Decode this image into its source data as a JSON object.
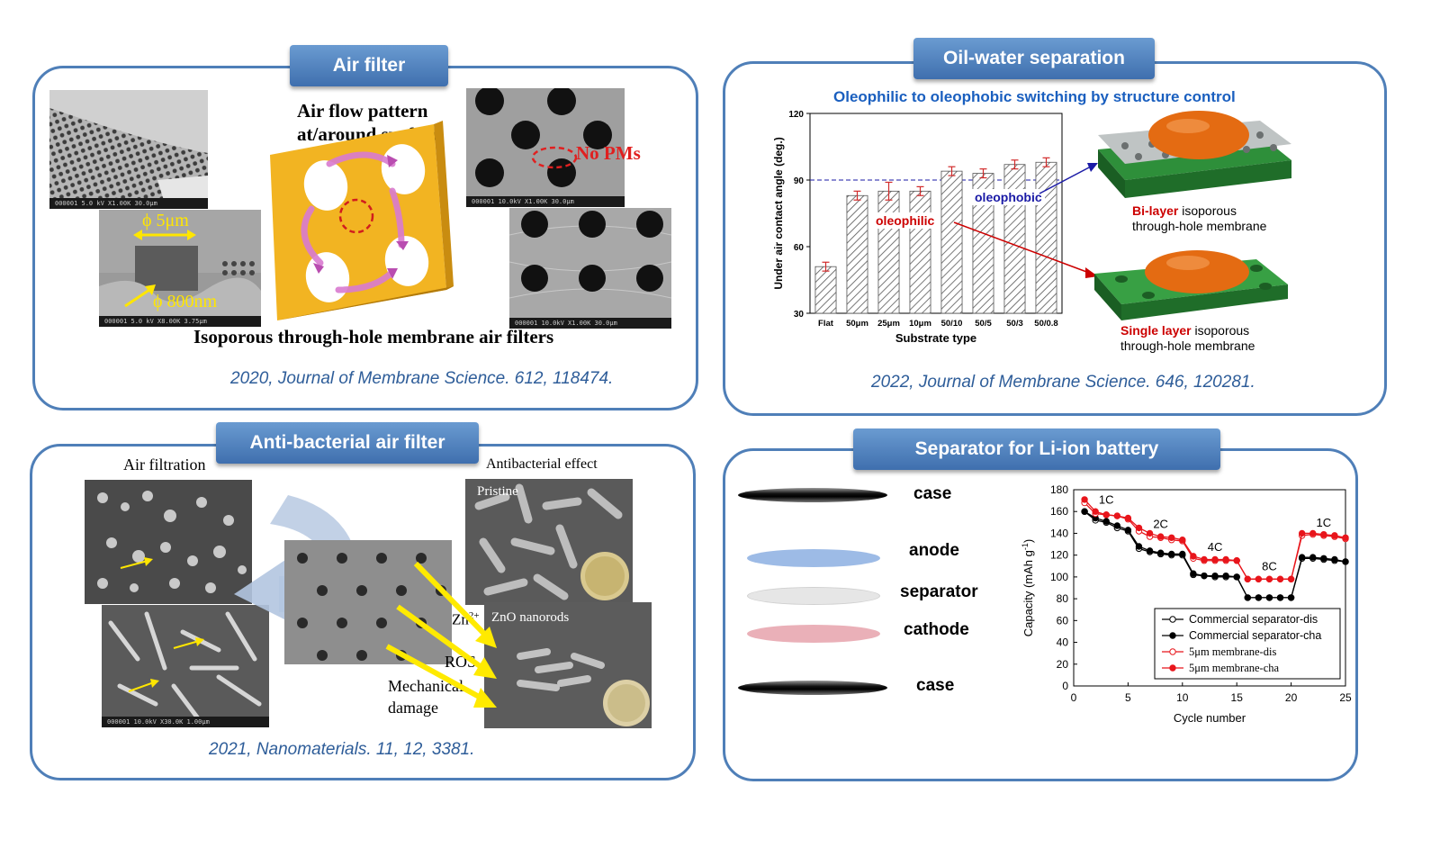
{
  "panels": {
    "air_filter": {
      "title": "Air filter",
      "flow_title": "Air flow pattern\nat/around surface",
      "pore_size_label": "ϕ 5μm",
      "nano_pore_label": "ϕ 800nm",
      "no_pms_label": "No PMs",
      "caption": "Isoporous through-hole membrane air filters",
      "citation": "2020, Journal of Membrane Science. 612, 118474."
    },
    "oil_water": {
      "title": "Oil-water separation",
      "chart_title": "Oleophilic to oleophobic switching by structure control",
      "oleophobic_label": "oleophobic",
      "oleophilic_label": "oleophilic",
      "bilayer_bold": "Bi-layer",
      "bilayer_rest": " isoporous",
      "bilayer_line2": "through-hole membrane",
      "single_bold": "Single layer",
      "single_rest": " isoporous",
      "single_line2": "through-hole membrane",
      "citation": "2022, Journal of Membrane Science. 646, 120281."
    },
    "antibacterial": {
      "title": "Anti-bacterial air filter",
      "air_filtration_label": "Air filtration",
      "antibacterial_effect_label": "Antibacterial effect",
      "pristine_label": "Pristine",
      "zn_label": "Zn",
      "zn_sup": "2+",
      "zno_label": "ZnO nanorods",
      "ros_label": "ROS",
      "mech_label": "Mechanical\ndamage",
      "citation": "2021, Nanomaterials. 11, 12, 3381."
    },
    "battery": {
      "title": "Separator for Li-ion battery",
      "layers": [
        "case",
        "anode",
        "separator",
        "cathode",
        "case"
      ],
      "rate_labels": [
        "1C",
        "2C",
        "4C",
        "8C",
        "1C"
      ]
    }
  },
  "colors": {
    "panel_border": "#4f7fb8",
    "title_bg": "#4f80bd",
    "citation": "#2e5d99",
    "oleophobic": "#1a1aa6",
    "oleophilic": "#cc0000",
    "anode": "#9dbbe6",
    "separator": "#e3e3e3",
    "cathode": "#e8a8b0"
  },
  "chart_data": [
    {
      "type": "bar",
      "title": "Oleophilic to oleophobic switching by structure control",
      "xlabel": "Substrate type",
      "ylabel": "Under air contact angle (deg.)",
      "ylim": [
        30,
        120
      ],
      "yticks": [
        30,
        60,
        90,
        120
      ],
      "reference_line": 90,
      "categories": [
        "Flat",
        "50μm",
        "25μm",
        "10μm",
        "50/10",
        "50/5",
        "50/3",
        "50/0.8"
      ],
      "values": [
        51,
        83,
        85,
        85,
        94,
        93,
        97,
        98
      ],
      "errors": [
        2,
        2,
        4,
        2,
        2,
        2,
        2,
        2
      ]
    },
    {
      "type": "line",
      "xlabel": "Cycle number",
      "ylabel": "Capacity (mAh g-1)",
      "ylabel_main": "Capacity (mAh g",
      "ylabel_sup": "-1",
      "ylabel_end": ")",
      "xlim": [
        0,
        25
      ],
      "ylim": [
        0,
        180
      ],
      "xticks": [
        0,
        5,
        10,
        15,
        20,
        25
      ],
      "yticks": [
        0,
        20,
        40,
        60,
        80,
        100,
        120,
        140,
        160,
        180
      ],
      "x": [
        1,
        2,
        3,
        4,
        5,
        6,
        7,
        8,
        9,
        10,
        11,
        12,
        13,
        14,
        15,
        16,
        17,
        18,
        19,
        20,
        21,
        22,
        23,
        24,
        25
      ],
      "series": [
        {
          "name": "Commercial separator-dis",
          "color": "#000000",
          "filled": false,
          "values": [
            160,
            152,
            150,
            145,
            142,
            126,
            123,
            121,
            120,
            120,
            102,
            101,
            100,
            100,
            100,
            81,
            81,
            81,
            81,
            81,
            117,
            117,
            116,
            115,
            114
          ]
        },
        {
          "name": "Commercial separator-cha",
          "color": "#000000",
          "filled": true,
          "values": [
            160,
            154,
            151,
            147,
            143,
            128,
            124,
            122,
            121,
            121,
            103,
            101,
            101,
            101,
            100,
            81,
            81,
            81,
            81,
            81,
            118,
            118,
            117,
            116,
            114
          ]
        },
        {
          "name": "5μm membrane-dis",
          "color": "#e8151b",
          "filled": false,
          "values": [
            168,
            158,
            157,
            156,
            153,
            142,
            137,
            136,
            134,
            133,
            117,
            115,
            115,
            115,
            115,
            98,
            98,
            98,
            98,
            98,
            138,
            139,
            138,
            137,
            135
          ]
        },
        {
          "name": "5μm membrane-cha",
          "color": "#e8151b",
          "filled": true,
          "values": [
            171,
            160,
            157,
            156,
            154,
            145,
            140,
            137,
            136,
            134,
            119,
            116,
            116,
            116,
            115,
            98,
            98,
            98,
            98,
            98,
            140,
            140,
            139,
            138,
            136
          ]
        }
      ]
    }
  ]
}
